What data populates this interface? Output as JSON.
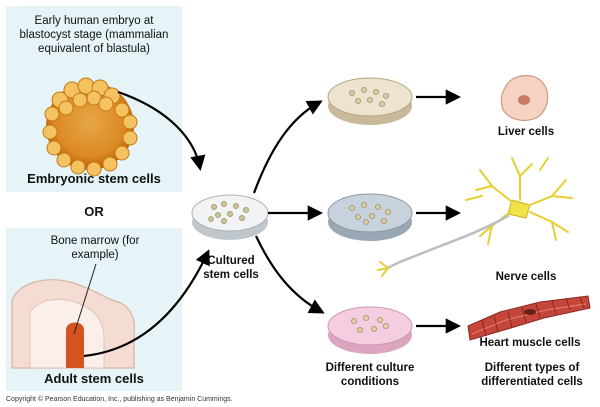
{
  "embryo": {
    "label": "Early human embryo at blastocyst stage (mammalian equivalent of blastula)",
    "title": "Embryonic stem cells"
  },
  "or_label": "OR",
  "adult": {
    "label": "Bone marrow (for example)",
    "title": "Adult stem cells"
  },
  "cultured": {
    "label": "Cultured stem cells"
  },
  "outcomes": [
    {
      "label": "Liver cells"
    },
    {
      "label": "Nerve cells"
    },
    {
      "label": "Heart muscle cells"
    }
  ],
  "footer": {
    "conditions": "Different culture conditions",
    "types": "Different types of differentiated cells"
  },
  "copyright": "Copyright © Pearson Education, Inc., publishing as Benjamin Cummings.",
  "colors": {
    "panel": "#e6f3f7",
    "dish_top": "#ede3cf",
    "dish_mid": "#c7d2dc",
    "dish_bottom": "#f4cde0",
    "nerve": "#f2e24a",
    "muscle": "#c4453a"
  }
}
